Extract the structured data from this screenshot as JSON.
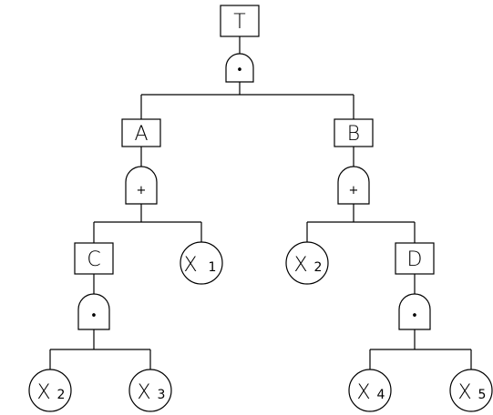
{
  "events": {
    "T": "T",
    "A": "A",
    "B": "B",
    "C": "C",
    "D": "D"
  },
  "basic_events": {
    "x1": {
      "main": "X",
      "sub": "1"
    },
    "x2_left": {
      "main": "X",
      "sub": "2"
    },
    "x3": {
      "main": "X",
      "sub": "3"
    },
    "x2_right": {
      "main": "X",
      "sub": "2"
    },
    "x4": {
      "main": "X",
      "sub": "4"
    },
    "x5": {
      "main": "X",
      "sub": "5"
    }
  },
  "gates": {
    "and_symbol": "•",
    "or_symbol": "+"
  }
}
